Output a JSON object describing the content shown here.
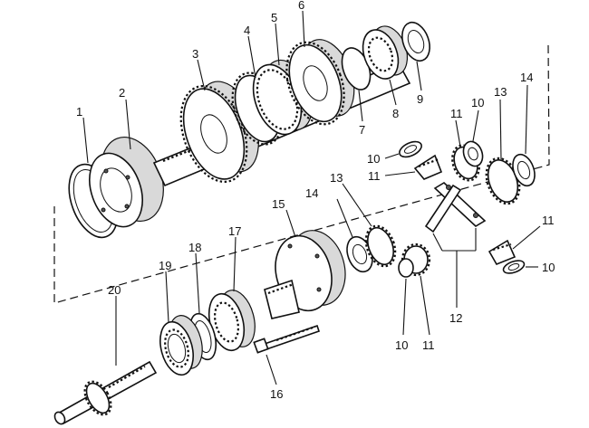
{
  "callouts": [
    {
      "id": "c1",
      "text": "1"
    },
    {
      "id": "c2",
      "text": "2"
    },
    {
      "id": "c3",
      "text": "3"
    },
    {
      "id": "c4",
      "text": "4"
    },
    {
      "id": "c5",
      "text": "5"
    },
    {
      "id": "c6",
      "text": "6"
    },
    {
      "id": "c7",
      "text": "7"
    },
    {
      "id": "c8",
      "text": "8"
    },
    {
      "id": "c9",
      "text": "9"
    },
    {
      "id": "c10a",
      "text": "10"
    },
    {
      "id": "c11a",
      "text": "11"
    },
    {
      "id": "c13a",
      "text": "13"
    },
    {
      "id": "c14a",
      "text": "14"
    },
    {
      "id": "c10b",
      "text": "10"
    },
    {
      "id": "c11b",
      "text": "11"
    },
    {
      "id": "c13b",
      "text": "13"
    },
    {
      "id": "c14b",
      "text": "14"
    },
    {
      "id": "c15",
      "text": "15"
    },
    {
      "id": "c17",
      "text": "17"
    },
    {
      "id": "c18",
      "text": "18"
    },
    {
      "id": "c19",
      "text": "19"
    },
    {
      "id": "c20",
      "text": "20"
    },
    {
      "id": "c16",
      "text": "16"
    },
    {
      "id": "c10c",
      "text": "10"
    },
    {
      "id": "c11c",
      "text": "11"
    },
    {
      "id": "c12",
      "text": "12"
    },
    {
      "id": "c11d",
      "text": "11"
    },
    {
      "id": "c10d",
      "text": "10"
    }
  ]
}
